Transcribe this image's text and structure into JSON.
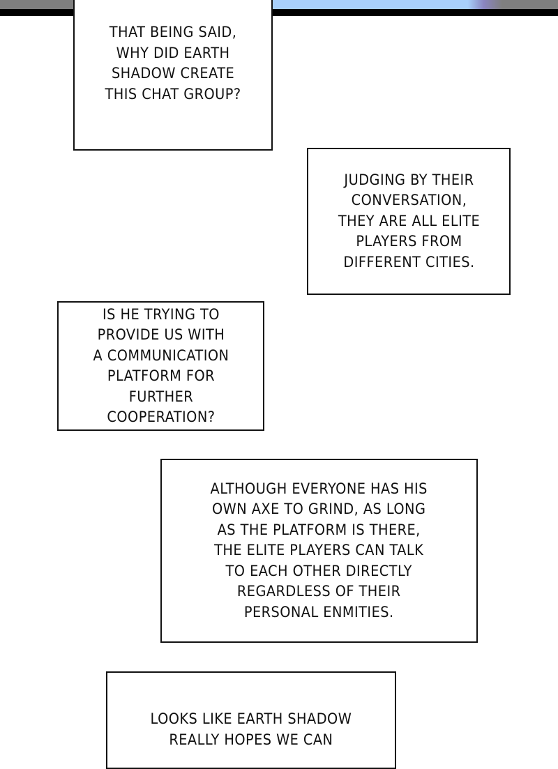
{
  "captions": [
    {
      "text": "THAT BEING SAID,\nWHY DID EARTH\nSHADOW CREATE\nTHIS CHAT GROUP?"
    },
    {
      "text": "JUDGING BY THEIR\nCONVERSATION,\nTHEY ARE ALL ELITE\nPLAYERS FROM\nDIFFERENT CITIES."
    },
    {
      "text": "IS HE TRYING TO\nPROVIDE US WITH\nA COMMUNICATION\nPLATFORM FOR\nFURTHER\nCOOPERATION?"
    },
    {
      "text": "ALTHOUGH EVERYONE HAS HIS\nOWN AXE TO GRIND, AS LONG\nAS THE PLATFORM IS THERE,\nTHE ELITE PLAYERS CAN TALK\nTO EACH OTHER DIRECTLY\nREGARDLESS OF THEIR\nPERSONAL ENMITIES."
    },
    {
      "text": "LOOKS LIKE EARTH SHADOW\nREALLY HOPES WE CAN"
    }
  ]
}
